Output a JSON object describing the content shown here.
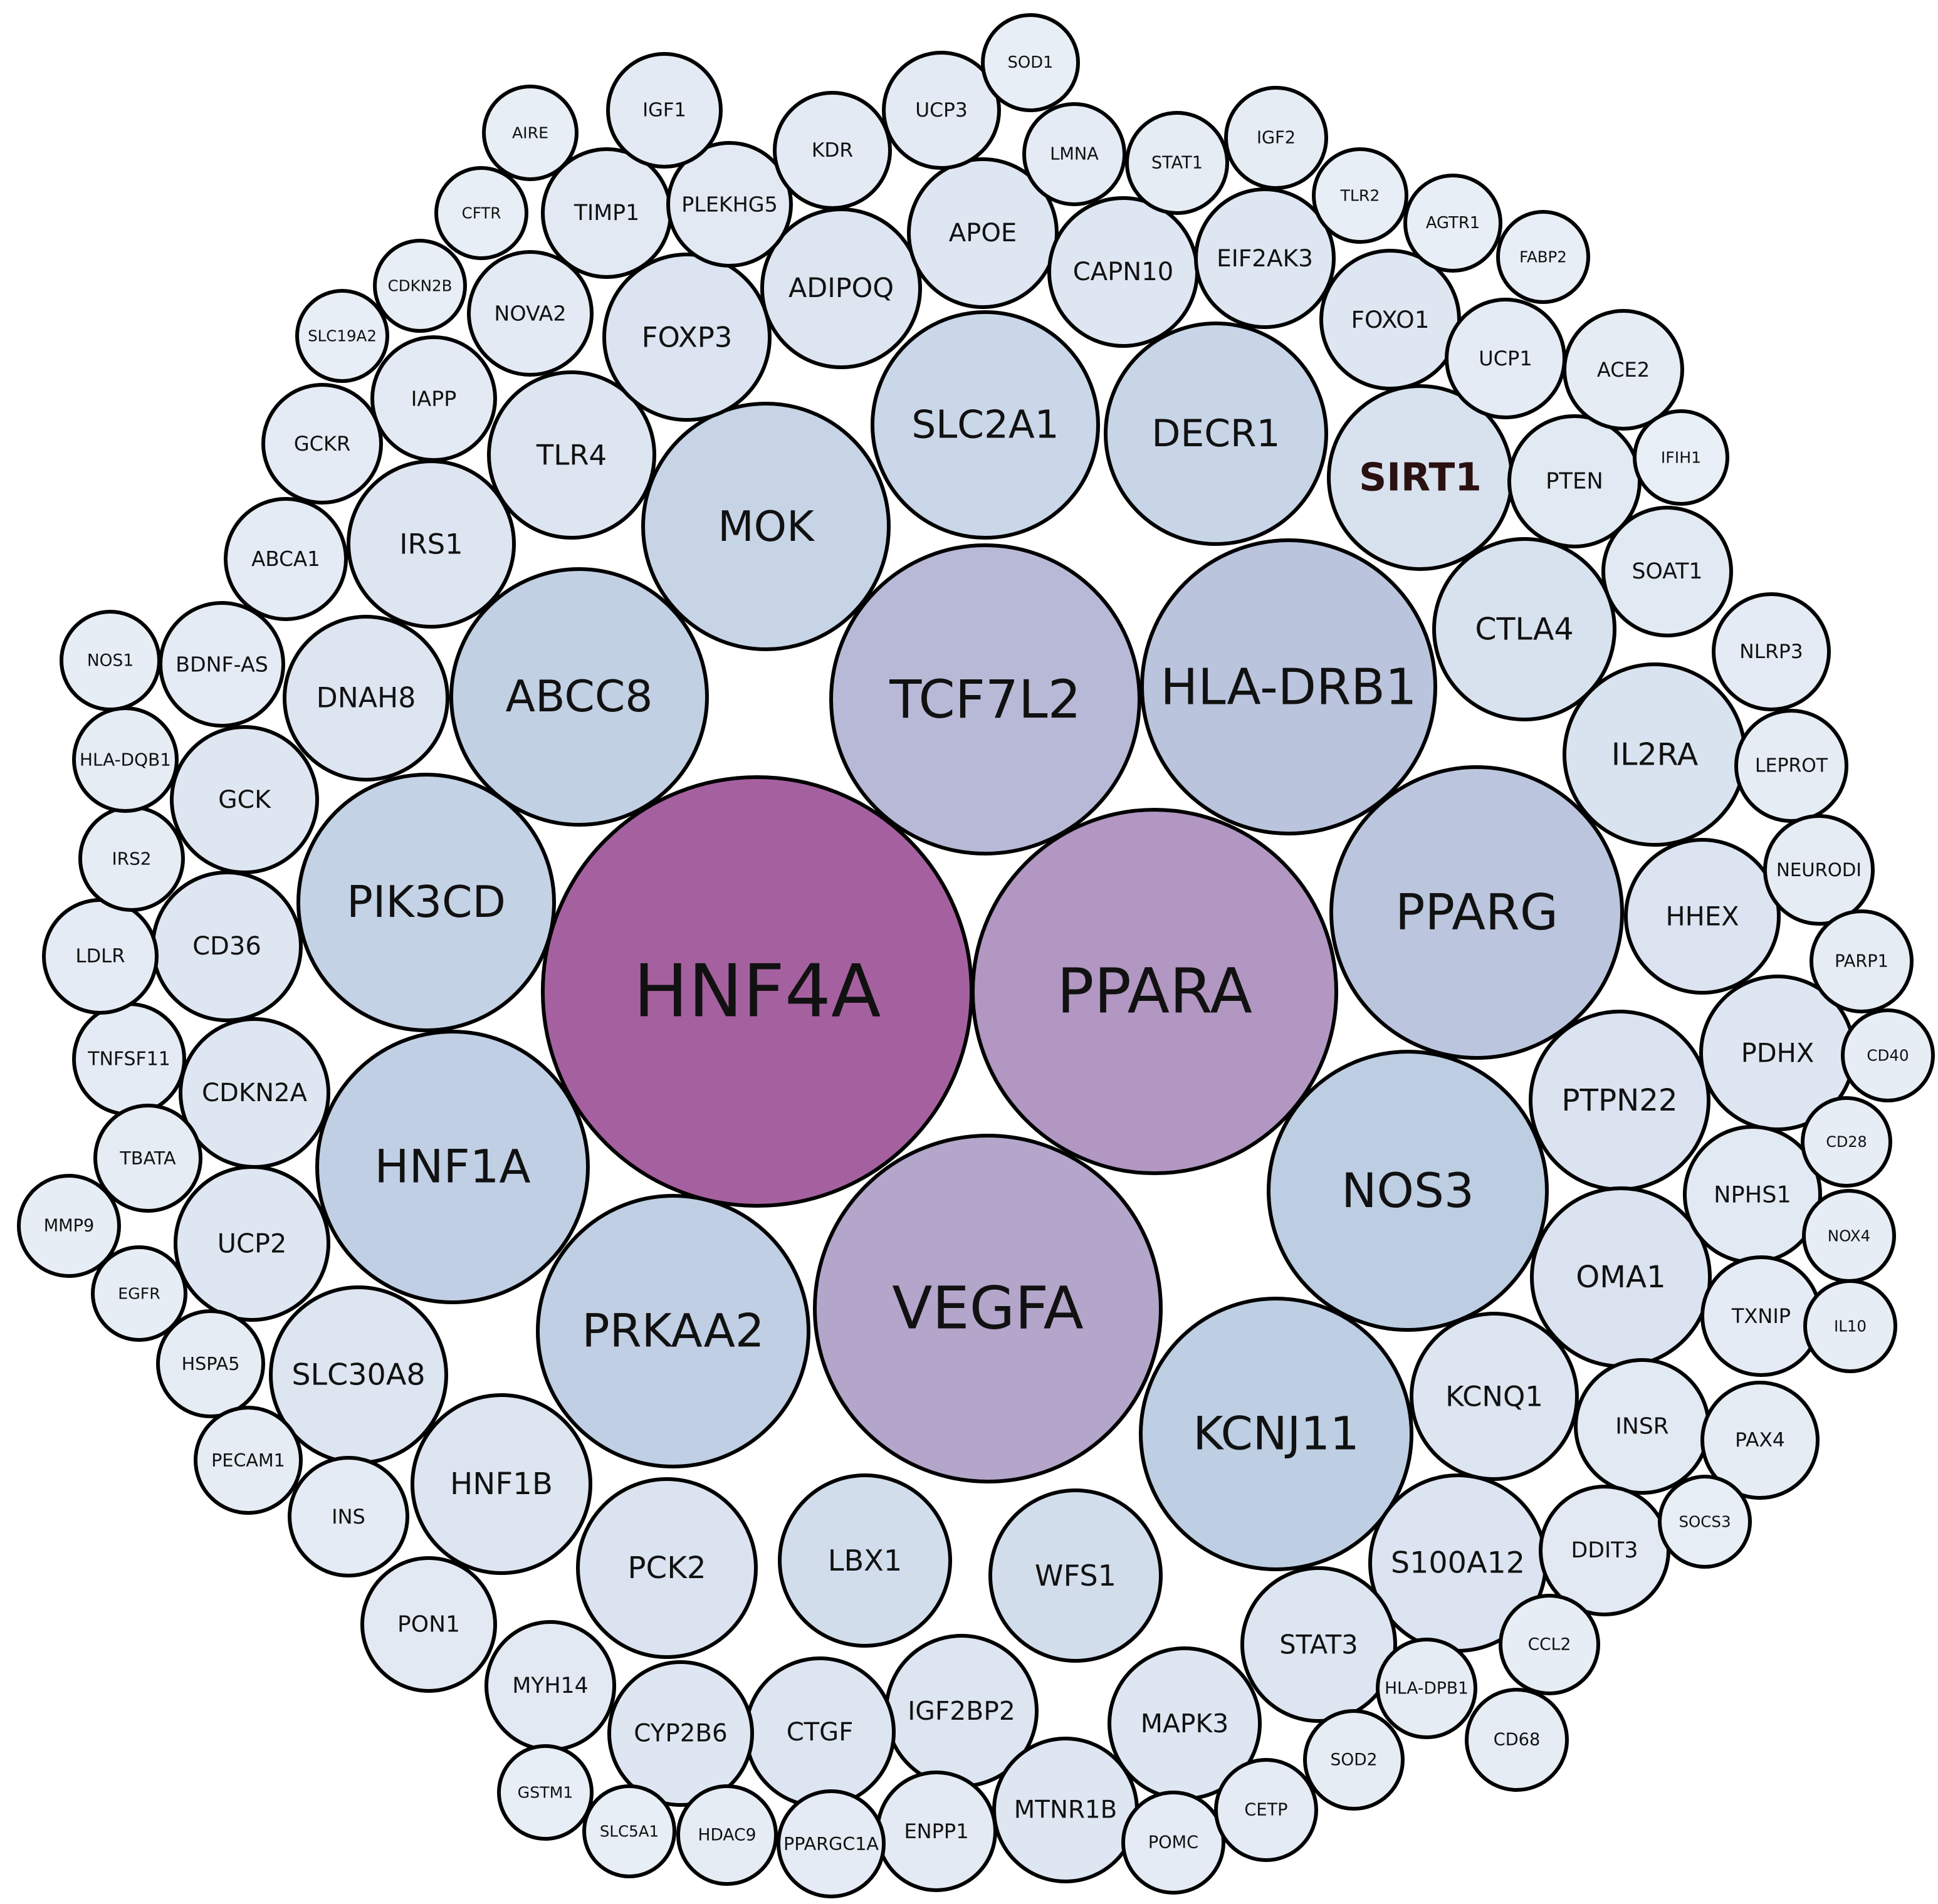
{
  "chart_data": {
    "type": "bubble",
    "highlight": "SIRT1",
    "colors": {
      "low": "#eef3f8",
      "high": "#a5619f",
      "stroke": "#000000"
    },
    "nodes": [
      {
        "label": "HNF4A",
        "value": 100
      },
      {
        "label": "PPARA",
        "value": 72
      },
      {
        "label": "VEGFA",
        "value": 65
      },
      {
        "label": "TCF7L2",
        "value": 55
      },
      {
        "label": "HLA-DRB1",
        "value": 49
      },
      {
        "label": "PPARG",
        "value": 48
      },
      {
        "label": "NOS3",
        "value": 44
      },
      {
        "label": "KCNJ11",
        "value": 43
      },
      {
        "label": "PRKAA2",
        "value": 41
      },
      {
        "label": "HNF1A",
        "value": 41
      },
      {
        "label": "ABCC8",
        "value": 40
      },
      {
        "label": "PIK3CD",
        "value": 38
      },
      {
        "label": "MOK",
        "value": 36
      },
      {
        "label": "DECR1",
        "value": 35
      },
      {
        "label": "SLC2A1",
        "value": 32
      },
      {
        "label": "LBX1",
        "value": 25
      },
      {
        "label": "WFS1",
        "value": 25
      },
      {
        "label": "SIRT1",
        "value": 20
      },
      {
        "label": "CTLA4",
        "value": 20
      },
      {
        "label": "PTPN22",
        "value": 18
      },
      {
        "label": "OMA1",
        "value": 18
      },
      {
        "label": "PCK2",
        "value": 18
      },
      {
        "label": "HHEX",
        "value": 17
      },
      {
        "label": "IL2RA",
        "value": 19
      },
      {
        "label": "KCNQ1",
        "value": 16
      },
      {
        "label": "S100A12",
        "value": 17
      },
      {
        "label": "STAT3",
        "value": 16
      },
      {
        "label": "IGF2BP2",
        "value": 16
      },
      {
        "label": "CTGF",
        "value": 16
      },
      {
        "label": "HNF1B",
        "value": 16
      },
      {
        "label": "SLC30A8",
        "value": 16
      },
      {
        "label": "TLR4",
        "value": 16
      },
      {
        "label": "FOXP3",
        "value": 17
      },
      {
        "label": "ADIPOQ",
        "value": 16
      },
      {
        "label": "APOE",
        "value": 15
      },
      {
        "label": "CAPN10",
        "value": 15
      },
      {
        "label": "EIF2AK3",
        "value": 14
      },
      {
        "label": "FOXO1",
        "value": 14
      },
      {
        "label": "IRS1",
        "value": 16
      },
      {
        "label": "DNAH8",
        "value": 16
      },
      {
        "label": "GCK",
        "value": 14
      },
      {
        "label": "CD36",
        "value": 15
      },
      {
        "label": "CDKN2A",
        "value": 14
      },
      {
        "label": "UCP2",
        "value": 14
      },
      {
        "label": "MAPK3",
        "value": 15
      },
      {
        "label": "MTNR1B",
        "value": 15
      },
      {
        "label": "CYP2B6",
        "value": 14
      },
      {
        "label": "PDHX",
        "value": 14
      },
      {
        "label": "NPHS1",
        "value": 12
      },
      {
        "label": "PTEN",
        "value": 12
      },
      {
        "label": "SOAT1",
        "value": 12
      },
      {
        "label": "INSR",
        "value": 12
      },
      {
        "label": "DDIT3",
        "value": 11
      },
      {
        "label": "MYH14",
        "value": 11
      },
      {
        "label": "PON1",
        "value": 11
      },
      {
        "label": "TIMP1",
        "value": 11
      },
      {
        "label": "PLEKHG5",
        "value": 11
      },
      {
        "label": "KDR",
        "value": 10
      },
      {
        "label": "UCP3",
        "value": 10
      },
      {
        "label": "IGF1",
        "value": 10
      },
      {
        "label": "IAPP",
        "value": 10
      },
      {
        "label": "NOVA2",
        "value": 10
      },
      {
        "label": "GCKR",
        "value": 9
      },
      {
        "label": "ABCA1",
        "value": 9
      },
      {
        "label": "BDNF-AS",
        "value": 9
      },
      {
        "label": "NLRP3",
        "value": 9
      },
      {
        "label": "LEPROT",
        "value": 8
      },
      {
        "label": "NEURODI",
        "value": 8
      },
      {
        "label": "TXNIP",
        "value": 9
      },
      {
        "label": "PAX4",
        "value": 8
      },
      {
        "label": "ENPP1",
        "value": 10
      },
      {
        "label": "HDAC9",
        "value": 8
      },
      {
        "label": "PPARGC1A",
        "value": 9
      },
      {
        "label": "POMC",
        "value": 9
      },
      {
        "label": "CETP",
        "value": 9
      },
      {
        "label": "SOD2",
        "value": 8
      },
      {
        "label": "CD68",
        "value": 8
      },
      {
        "label": "HLA-DPB1",
        "value": 8
      },
      {
        "label": "CCL2",
        "value": 7
      },
      {
        "label": "UCP1",
        "value": 9
      },
      {
        "label": "ACE2",
        "value": 8
      },
      {
        "label": "LMNA",
        "value": 9
      },
      {
        "label": "STAT1",
        "value": 8
      },
      {
        "label": "IGF2",
        "value": 8
      },
      {
        "label": "PARP1",
        "value": 8
      },
      {
        "label": "CD40",
        "value": 7
      },
      {
        "label": "CD28",
        "value": 7
      },
      {
        "label": "NOX4",
        "value": 7
      },
      {
        "label": "IL10",
        "value": 7
      },
      {
        "label": "SOCS3",
        "value": 6
      },
      {
        "label": "TNFSF11",
        "value": 9
      },
      {
        "label": "TBATA",
        "value": 8
      },
      {
        "label": "HSPA5",
        "value": 8
      },
      {
        "label": "PECAM1",
        "value": 8
      },
      {
        "label": "INS",
        "value": 9
      },
      {
        "label": "LDLR",
        "value": 9
      },
      {
        "label": "IRS2",
        "value": 8
      },
      {
        "label": "HLA-DQB1",
        "value": 8
      },
      {
        "label": "NOS1",
        "value": 7
      },
      {
        "label": "MMP9",
        "value": 7
      },
      {
        "label": "EGFR",
        "value": 7
      },
      {
        "label": "SOD1",
        "value": 6
      },
      {
        "label": "TLR2",
        "value": 6
      },
      {
        "label": "AGTR1",
        "value": 6
      },
      {
        "label": "FABP2",
        "value": 6
      },
      {
        "label": "IFIH1",
        "value": 5
      },
      {
        "label": "AIRE",
        "value": 6
      },
      {
        "label": "CFTR",
        "value": 6
      },
      {
        "label": "CDKN2B",
        "value": 6
      },
      {
        "label": "SLC19A2",
        "value": 6
      },
      {
        "label": "GSTM1",
        "value": 6
      },
      {
        "label": "SLC5A1",
        "value": 6
      }
    ]
  }
}
